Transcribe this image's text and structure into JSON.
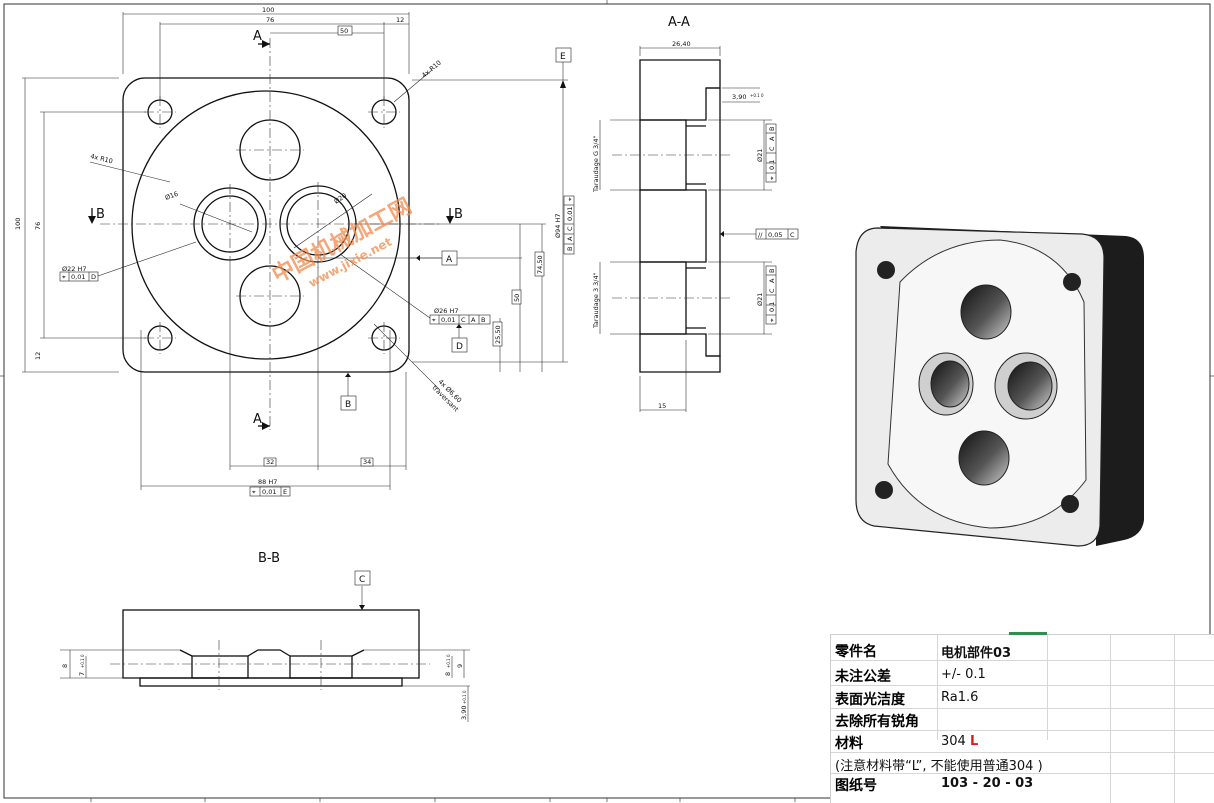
{
  "section_labels": {
    "aa": "A-A",
    "bb": "B-B"
  },
  "cut_marks": {
    "a": "A",
    "b": "B"
  },
  "datums": {
    "a": "A",
    "b": "B",
    "c": "C",
    "d": "D",
    "e": "E"
  },
  "watermark": {
    "line1": "中国机械加工网",
    "line2": "www.jixie.net"
  },
  "front_view": {
    "dims": {
      "width_100": "100",
      "width_76": "76",
      "dim_50": "50",
      "dim_12_top": "12",
      "height_100": "100",
      "height_76": "76",
      "dim_12_left": "12",
      "dim_32": "32",
      "dim_34": "34",
      "dim_88": "88 H7",
      "dim_74_50": "74,50",
      "dim_50_v": "50",
      "dim_25_50": "25,50",
      "dim_94": "Ø94 H7"
    },
    "notes": {
      "r10_top": "4x R10",
      "r10_left": "4x R10",
      "dia16": "Ø16",
      "dia20": "Ø20",
      "dia22": "Ø22 H7",
      "dia26": "Ø26 H7",
      "holes_line1": "4x Ø6,60",
      "holes_line2": "traversant"
    },
    "fcf": {
      "fcf22_sym": "⌖",
      "fcf22_tol": "0,01",
      "fcf22_d1": "D",
      "fcf26_sym": "⌖",
      "fcf26_tol": "0,01",
      "fcf26_d1": "C",
      "fcf26_d2": "A",
      "fcf26_d3": "B",
      "fcf94_sym": "⌖",
      "fcf94_tol": "0,01",
      "fcf94_d1": "C",
      "fcf94_d2": "A",
      "fcf94_d3": "B",
      "fcf88_sym": "⌖",
      "fcf88_tol": "0,01",
      "fcf88_d1": "E"
    }
  },
  "section_aa": {
    "dims": {
      "dim_26_40": "26,40",
      "dim_3_90": "3,90",
      "dim_3_90_tol": "+0.1 0",
      "dim_15": "15",
      "dia21_top": "Ø21",
      "dia21_bot": "Ø21"
    },
    "notes": {
      "thread_top": "Taraudage G 3/4\"",
      "thread_bot": "Taraudage 3 3/4\""
    },
    "fcf": {
      "fcf_top_sym": "⌖",
      "fcf_top_tol": "0.1",
      "fcf_top_d1": "C",
      "fcf_top_d2": "A",
      "fcf_top_d3": "B",
      "fcf_bot_sym": "⌖",
      "fcf_bot_tol": "0.1",
      "fcf_bot_d1": "C",
      "fcf_bot_d2": "A",
      "fcf_bot_d3": "B",
      "fcf_par_sym": "//",
      "fcf_par_tol": "0,05",
      "fcf_par_d1": "C"
    }
  },
  "section_bb": {
    "dims": {
      "dim_8": "8",
      "dim_7": "7",
      "dim_7_tol": "+0.1 0",
      "dim_8_r": "8",
      "dim_9": "9",
      "dim_9_tol": "+0.1 0",
      "dim_3_90": "3,90",
      "dim_3_90_tol": "+0.1 0"
    }
  },
  "title_block": {
    "rows": [
      {
        "key": "零件名",
        "value": "电机部件03"
      },
      {
        "key": "未注公差",
        "value": "+/- 0.1"
      },
      {
        "key": "表面光洁度",
        "value": "Ra1.6"
      },
      {
        "key": "去除所有锐角",
        "value": ""
      },
      {
        "key": "材料",
        "value": "304",
        "value_suffix": "L"
      },
      {
        "key": "(注意材料带“L”, 不能使用普通304 )",
        "value": ""
      },
      {
        "key": "图纸号",
        "value": "103 - 20 - 03"
      }
    ]
  },
  "colors": {
    "line": "#111111",
    "render_face": "#ececec",
    "render_side": "#1c1c1c",
    "watermark": "#f08a4b",
    "accent_red": "#d62020"
  }
}
